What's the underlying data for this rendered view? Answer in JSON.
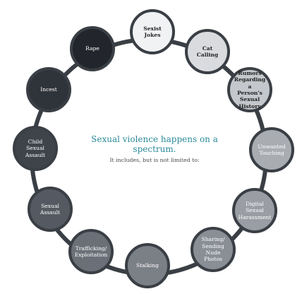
{
  "center": {
    "headline": "Sexual violence happens on a spectrum.",
    "subline": "It includes, but is not limited to:"
  },
  "items": [
    {
      "label": "Sexist\nJokes",
      "fill": "#f1f2f4",
      "text_color": "#222222",
      "bold": true
    },
    {
      "label": "Cat\nCalling",
      "fill": "#d9dbde",
      "text_color": "#222222",
      "bold": true
    },
    {
      "label": "Rumors\nRegarding a\nPerson's Sexual\nHistory",
      "fill": "#c4c7cb",
      "text_color": "#222222",
      "bold": true
    },
    {
      "label": "Unwanted\nTouching",
      "fill": "#a9adb2",
      "text_color": "#ffffff",
      "bold": false
    },
    {
      "label": "Digital Sexual\nHarassment",
      "fill": "#9a9ea4",
      "text_color": "#ffffff",
      "bold": false
    },
    {
      "label": "Sharing/\nSending Nude\nPhotos",
      "fill": "#8a8e95",
      "text_color": "#ffffff",
      "bold": false
    },
    {
      "label": "Stalking",
      "fill": "#7b7f86",
      "text_color": "#ffffff",
      "bold": false
    },
    {
      "label": "Trafficking/\nExploitation",
      "fill": "#6b7078",
      "text_color": "#ffffff",
      "bold": false
    },
    {
      "label": "Sexual Assault",
      "fill": "#555a62",
      "text_color": "#ffffff",
      "bold": false
    },
    {
      "label": "Child Sexual\nAssault",
      "fill": "#3f444b",
      "text_color": "#ffffff",
      "bold": false
    },
    {
      "label": "Incest",
      "fill": "#2f343a",
      "text_color": "#ffffff",
      "bold": false
    },
    {
      "label": "Rape",
      "fill": "#22262c",
      "text_color": "#ffffff",
      "bold": false
    }
  ],
  "colors": {
    "ring": "#3a3f45",
    "headline": "#2b8a9a"
  }
}
